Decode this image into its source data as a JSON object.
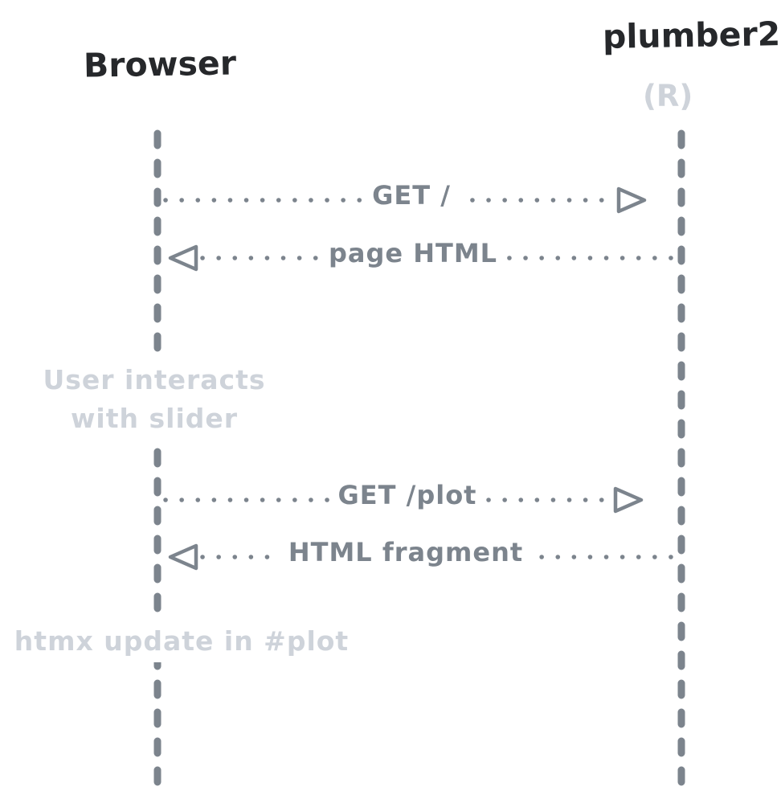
{
  "colors": {
    "ink": "#26282b",
    "line": "#7c848d",
    "muted": "#ced3da",
    "background": "#ffffff"
  },
  "actors": [
    {
      "id": "browser",
      "label": "Browser"
    },
    {
      "id": "plumber2",
      "label": "plumber2",
      "sublabel": "(R)"
    }
  ],
  "messages": [
    {
      "label": "GET /",
      "from": "Browser",
      "to": "plumber2",
      "direction": "right",
      "style": "dotted"
    },
    {
      "label": "page HTML",
      "from": "plumber2",
      "to": "Browser",
      "direction": "left",
      "style": "dotted"
    },
    {
      "label": "GET /plot",
      "from": "Browser",
      "to": "plumber2",
      "direction": "right",
      "style": "dotted"
    },
    {
      "label": "HTML fragment",
      "from": "plumber2",
      "to": "Browser",
      "direction": "left",
      "style": "dotted"
    }
  ],
  "notes": [
    {
      "lines": [
        "User interacts",
        "with slider"
      ],
      "anchor": "browser-lifeline"
    },
    {
      "lines": [
        "htmx update in #plot"
      ],
      "anchor": "browser-lifeline"
    }
  ]
}
